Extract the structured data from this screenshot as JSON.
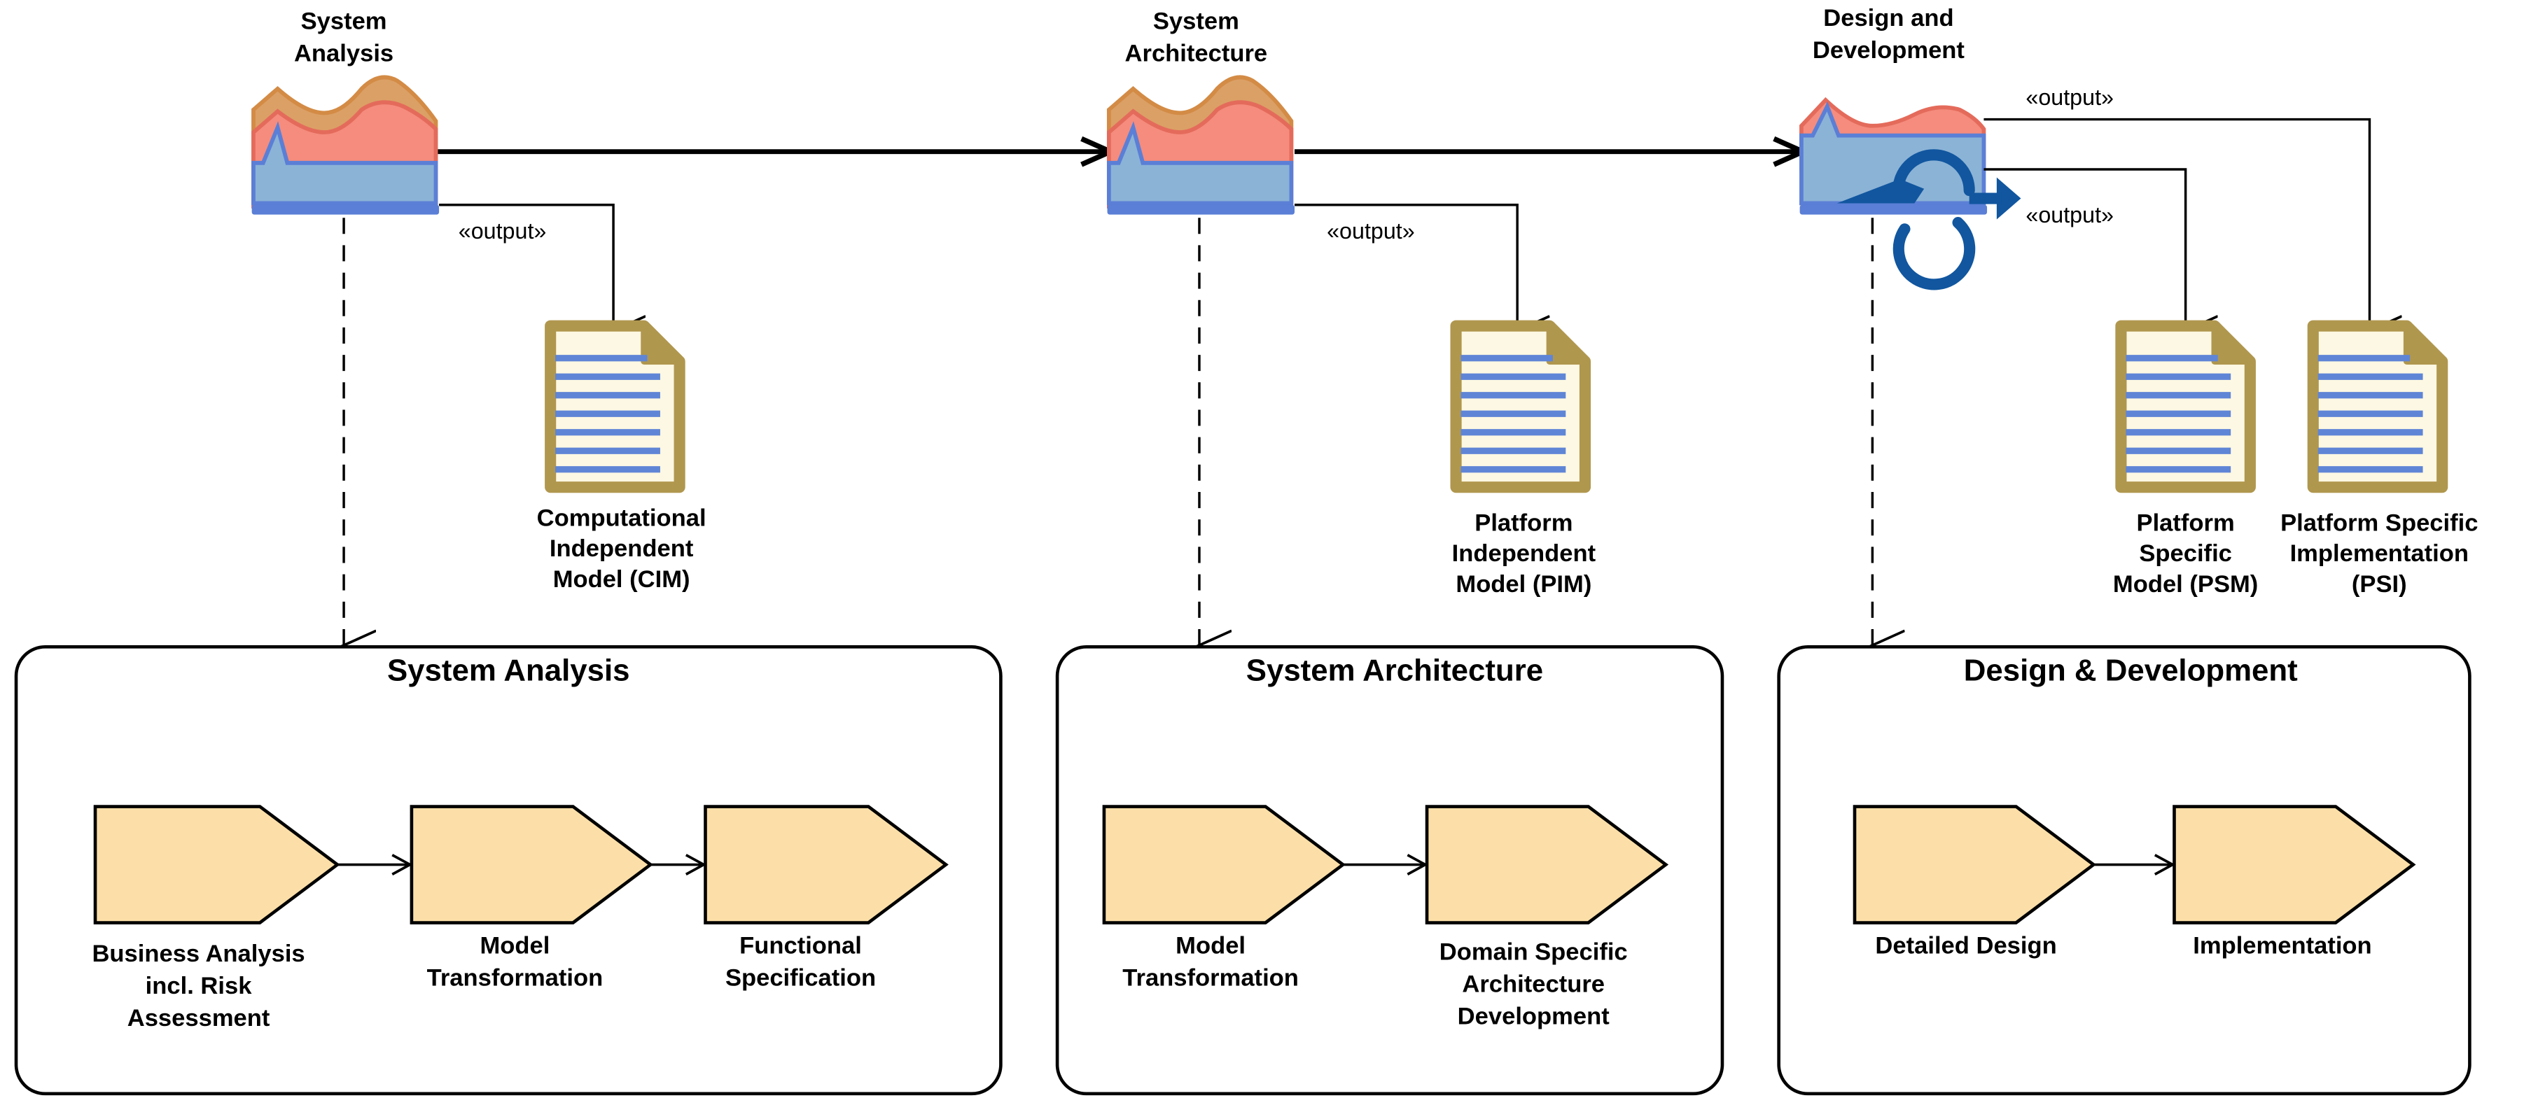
{
  "colors": {
    "phase_orange_fill": "#DBA066",
    "phase_orange_stroke": "#D38B45",
    "phase_red_fill": "#F58C7E",
    "phase_red_stroke": "#E46B5B",
    "phase_blue_fill": "#8BB3D6",
    "phase_blue_stroke": "#5B7FD6",
    "doc_frame": "#B0974E",
    "doc_paper": "#FDF8E3",
    "doc_lines": "#5F85D6",
    "step_fill": "#FCDFA8",
    "cycle_icon": "#11569F"
  },
  "phases": [
    {
      "id": "system-analysis",
      "title_lines": [
        "System",
        "Analysis"
      ],
      "icon": "phase-icon",
      "layers": 3
    },
    {
      "id": "system-architecture",
      "title_lines": [
        "System",
        "Architecture"
      ],
      "icon": "phase-icon",
      "layers": 3
    },
    {
      "id": "design-development",
      "title_lines": [
        "Design and",
        "Development"
      ],
      "icon": "iterative-phase-icon",
      "layers": 2
    }
  ],
  "outputs": [
    {
      "id": "cim",
      "stereotype": "«output»",
      "label_lines": [
        "Computational",
        "Independent",
        "Model (CIM)"
      ],
      "icon": "document-icon"
    },
    {
      "id": "pim",
      "stereotype": "«output»",
      "label_lines": [
        "Platform",
        "Independent",
        "Model (PIM)"
      ],
      "icon": "document-icon"
    },
    {
      "id": "psm",
      "stereotype": "«output»",
      "label_lines": [
        "Platform",
        "Specific",
        "Model (PSM)"
      ],
      "icon": "document-icon"
    },
    {
      "id": "psi",
      "stereotype": "«output»",
      "label_lines": [
        "Platform Specific",
        "Implementation",
        "(PSI)"
      ],
      "icon": "document-icon"
    }
  ],
  "containers": [
    {
      "id": "system-analysis",
      "title": "System Analysis",
      "steps": [
        {
          "label_lines": [
            "Business Analysis",
            "incl. Risk",
            "Assessment"
          ]
        },
        {
          "label_lines": [
            "Model",
            "Transformation"
          ]
        },
        {
          "label_lines": [
            "Functional",
            "Specification"
          ]
        }
      ]
    },
    {
      "id": "system-architecture",
      "title": "System Architecture",
      "steps": [
        {
          "label_lines": [
            "Model",
            "Transformation"
          ]
        },
        {
          "label_lines": [
            "Domain Specific",
            "Architecture",
            "Development"
          ]
        }
      ]
    },
    {
      "id": "design-development",
      "title": "Design & Development",
      "steps": [
        {
          "label_lines": [
            "Detailed Design"
          ]
        },
        {
          "label_lines": [
            "Implementation"
          ]
        }
      ]
    }
  ]
}
